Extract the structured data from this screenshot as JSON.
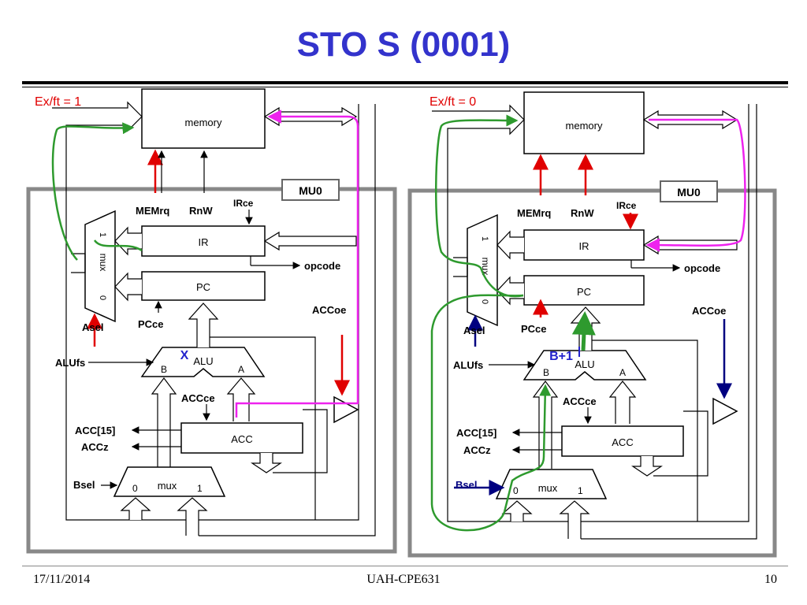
{
  "slide": {
    "title": "STO S (0001)",
    "footer_date": "17/11/2014",
    "footer_course": "UAH-CPE631",
    "footer_page": "10"
  },
  "colors": {
    "title": "#3333cc",
    "active_signal": "#e00000",
    "idle_signal": "#000080",
    "fetch_path": "#2e9a2e",
    "data_path": "#ee22ee",
    "annotation": "#2222cc"
  },
  "left_panel": {
    "phase_label": "Ex/ft = 1",
    "alu_annotation": "X"
  },
  "right_panel": {
    "phase_label": "Ex/ft = 0",
    "alu_annotation": "B+1"
  },
  "labels": {
    "memory": "memory",
    "mu0": "MU0",
    "memrq": "MEMrq",
    "rnw": "RnW",
    "irce": "IRce",
    "ir": "IR",
    "opcode": "opcode",
    "pc": "PC",
    "pcce": "PCce",
    "asel": "Asel",
    "accoe": "ACCoe",
    "alufs": "ALUfs",
    "alu": "ALU",
    "alu_b": "B",
    "alu_a": "A",
    "accce": "ACCce",
    "acc": "ACC",
    "acc15": "ACC[15]",
    "accz": "ACCz",
    "bsel": "Bsel",
    "mux": "mux",
    "mux_0": "0",
    "mux_1": "1"
  }
}
